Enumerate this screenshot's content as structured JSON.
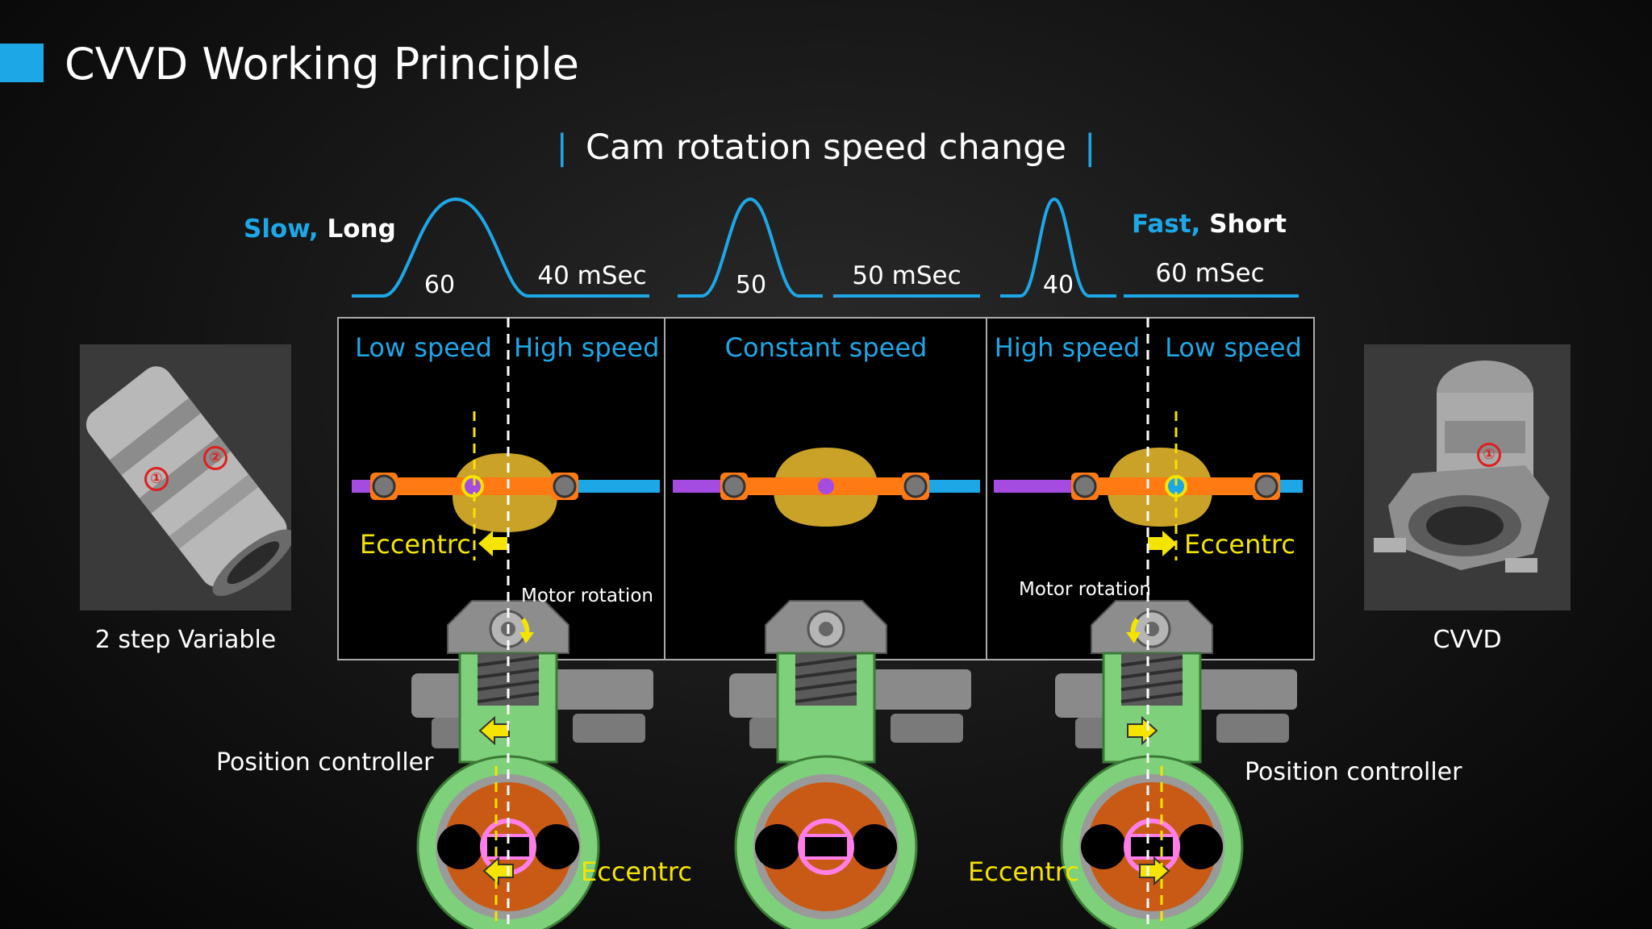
{
  "header": {
    "title": "CVVD Working Principle",
    "subtitle": "Cam rotation speed change",
    "subtitle_bar": "|"
  },
  "speed_tags": {
    "left": {
      "speed_word": "Slow,",
      "length_word": "Long"
    },
    "right": {
      "speed_word": "Fast,",
      "length_word": "Short"
    }
  },
  "timing": [
    {
      "curve_value": "60",
      "msec": "40 mSec"
    },
    {
      "curve_value": "50",
      "msec": "50 mSec"
    },
    {
      "curve_value": "40",
      "msec": "60 mSec"
    }
  ],
  "panels": [
    {
      "left_label": "Low speed",
      "right_label": "High speed",
      "eccentric": "Eccentrc",
      "motor": "Motor rotation"
    },
    {
      "label": "Constant speed"
    },
    {
      "left_label": "High speed",
      "right_label": "Low speed",
      "eccentric": "Eccentrc",
      "motor": "Motor rotation"
    }
  ],
  "bottom": {
    "position_controller_left": "Position controller",
    "position_controller_right": "Position controller",
    "eccentric_left": "Eccentrc",
    "eccentric_right": "Eccentrc"
  },
  "parts": {
    "left_photo_label": "2 step Variable",
    "right_photo_label": "CVVD",
    "badge_1": "①",
    "badge_2": "②"
  },
  "colors": {
    "accent_blue": "#1ea7e6",
    "eccentric_yellow": "#f4e400",
    "arm_orange": "#ff7a12",
    "cam_gold": "#c9a227",
    "shaft_purple": "#a44be0",
    "housing_green": "#7fd07a",
    "rotor_orange": "#c85a15",
    "badge_red": "#e01e1e"
  },
  "icons": [
    "arrow-left-icon",
    "arrow-right-icon",
    "rotation-arrow-icon",
    "cam-lobe-icon",
    "pivot-icon"
  ]
}
